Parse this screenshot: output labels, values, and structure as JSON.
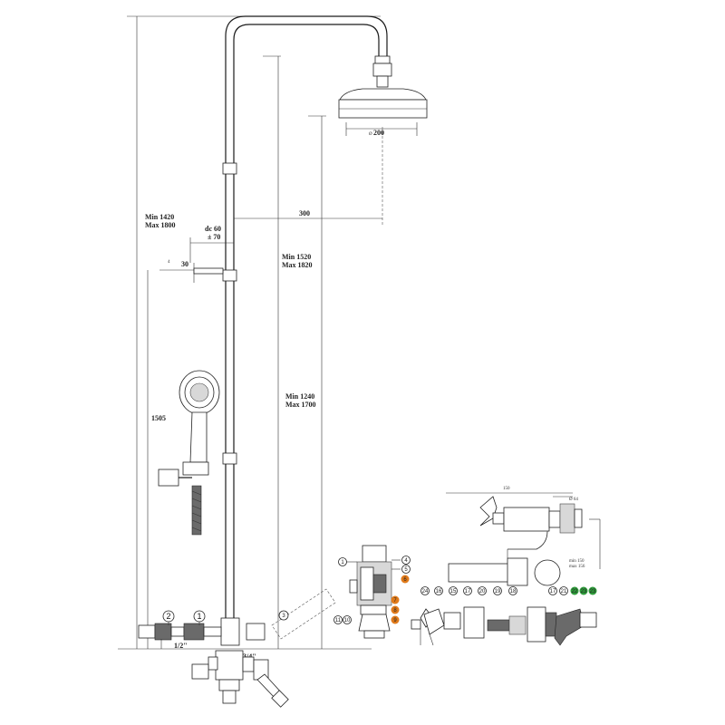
{
  "dimensions": {
    "head_diameter": "200",
    "arm_reach": "300",
    "bar_height": "Min 1420\nMax 1800",
    "head_height": "Min 1520\nMax 1820",
    "arm_height": "Min 1240\nMax 1700",
    "handshower_height": "1505",
    "center_distance": "dc 60\n± 70",
    "wall_offset": "30",
    "wall_offset_small": "4",
    "inlet_half": "1/2\"",
    "inlet_three_quarter": "3/4\""
  },
  "mixer_dims": {
    "top_width": "150",
    "small_dim": "Ø 64",
    "side_note": "min 150\nmax 156"
  },
  "callouts": {
    "main_1": "1",
    "main_2": "2",
    "main_3": "3",
    "valve_parts": [
      "1",
      "4",
      "5",
      "6",
      "7",
      "8",
      "9",
      "10",
      "11"
    ],
    "mixer_parts": [
      "15",
      "16",
      "17",
      "18",
      "20",
      "24",
      "17",
      "21",
      "22",
      "23"
    ]
  },
  "colors": {
    "line": "#1a1a1a",
    "orange_callout": "#e07a1a",
    "green_callout": "#2e9a3a",
    "fill_grey": "#d8d8d8"
  }
}
